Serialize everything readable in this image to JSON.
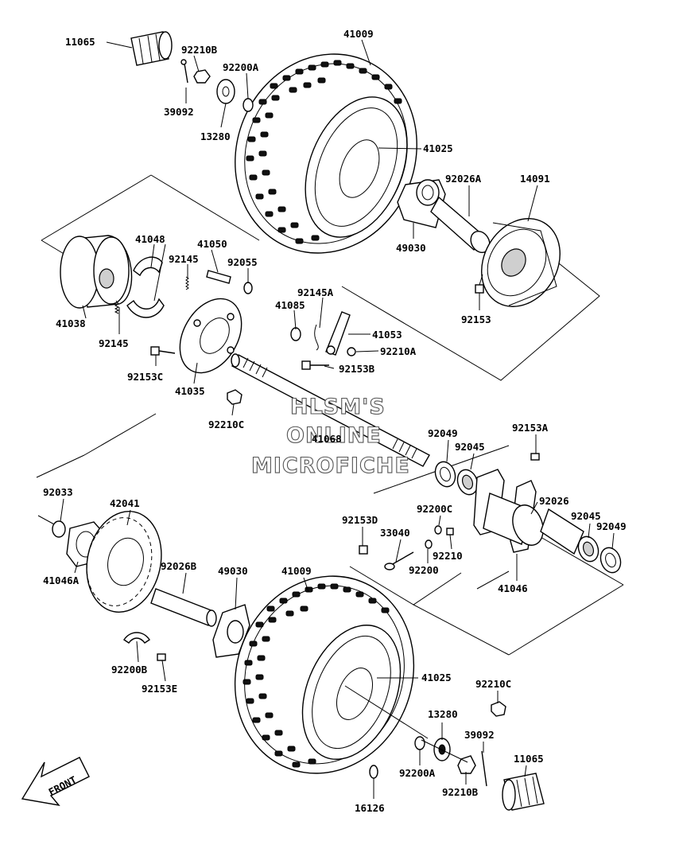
{
  "labels": [
    {
      "id": "11065-top",
      "text": "11065"
    },
    {
      "id": "92210B-top",
      "text": "92210B"
    },
    {
      "id": "92200A-top",
      "text": "92200A"
    },
    {
      "id": "41009-top",
      "text": "41009"
    },
    {
      "id": "39092-top",
      "text": "39092"
    },
    {
      "id": "13280-top",
      "text": "13280"
    },
    {
      "id": "41025-top",
      "text": "41025"
    },
    {
      "id": "92026A",
      "text": "92026A"
    },
    {
      "id": "14091",
      "text": "14091"
    },
    {
      "id": "49030-top",
      "text": "49030"
    },
    {
      "id": "92153",
      "text": "92153"
    },
    {
      "id": "41048",
      "text": "41048"
    },
    {
      "id": "41050",
      "text": "41050"
    },
    {
      "id": "92145-a",
      "text": "92145"
    },
    {
      "id": "92055",
      "text": "92055"
    },
    {
      "id": "92145A",
      "text": "92145A"
    },
    {
      "id": "41085",
      "text": "41085"
    },
    {
      "id": "41053",
      "text": "41053"
    },
    {
      "id": "92210A",
      "text": "92210A"
    },
    {
      "id": "41038",
      "text": "41038"
    },
    {
      "id": "92145-b",
      "text": "92145"
    },
    {
      "id": "92153C",
      "text": "92153C"
    },
    {
      "id": "92153B",
      "text": "92153B"
    },
    {
      "id": "41035",
      "text": "41035"
    },
    {
      "id": "92210C-mid",
      "text": "92210C"
    },
    {
      "id": "41068",
      "text": "41068"
    },
    {
      "id": "92049-a",
      "text": "92049"
    },
    {
      "id": "92045-a",
      "text": "92045"
    },
    {
      "id": "92153A",
      "text": "92153A"
    },
    {
      "id": "92033",
      "text": "92033"
    },
    {
      "id": "42041",
      "text": "42041"
    },
    {
      "id": "92153D",
      "text": "92153D"
    },
    {
      "id": "92200C",
      "text": "92200C"
    },
    {
      "id": "33040",
      "text": "33040"
    },
    {
      "id": "92210",
      "text": "92210"
    },
    {
      "id": "92200",
      "text": "92200"
    },
    {
      "id": "92026",
      "text": "92026"
    },
    {
      "id": "92045-b",
      "text": "92045"
    },
    {
      "id": "92049-b",
      "text": "92049"
    },
    {
      "id": "41046A",
      "text": "41046A"
    },
    {
      "id": "92026B",
      "text": "92026B"
    },
    {
      "id": "49030-bot",
      "text": "49030"
    },
    {
      "id": "41009-bot",
      "text": "41009"
    },
    {
      "id": "41046",
      "text": "41046"
    },
    {
      "id": "92200B",
      "text": "92200B"
    },
    {
      "id": "92153E",
      "text": "92153E"
    },
    {
      "id": "41025-bot",
      "text": "41025"
    },
    {
      "id": "92210C-bot",
      "text": "92210C"
    },
    {
      "id": "13280-bot",
      "text": "13280"
    },
    {
      "id": "39092-bot",
      "text": "39092"
    },
    {
      "id": "92200A-bot",
      "text": "92200A"
    },
    {
      "id": "11065-bot",
      "text": "11065"
    },
    {
      "id": "92210B-bot",
      "text": "92210B"
    },
    {
      "id": "16126",
      "text": "16126"
    }
  ],
  "watermark": {
    "line1": "HLSM'S",
    "line2": "ONLINE",
    "line3": "MICROFICHE"
  },
  "front_arrow": "FRONT"
}
